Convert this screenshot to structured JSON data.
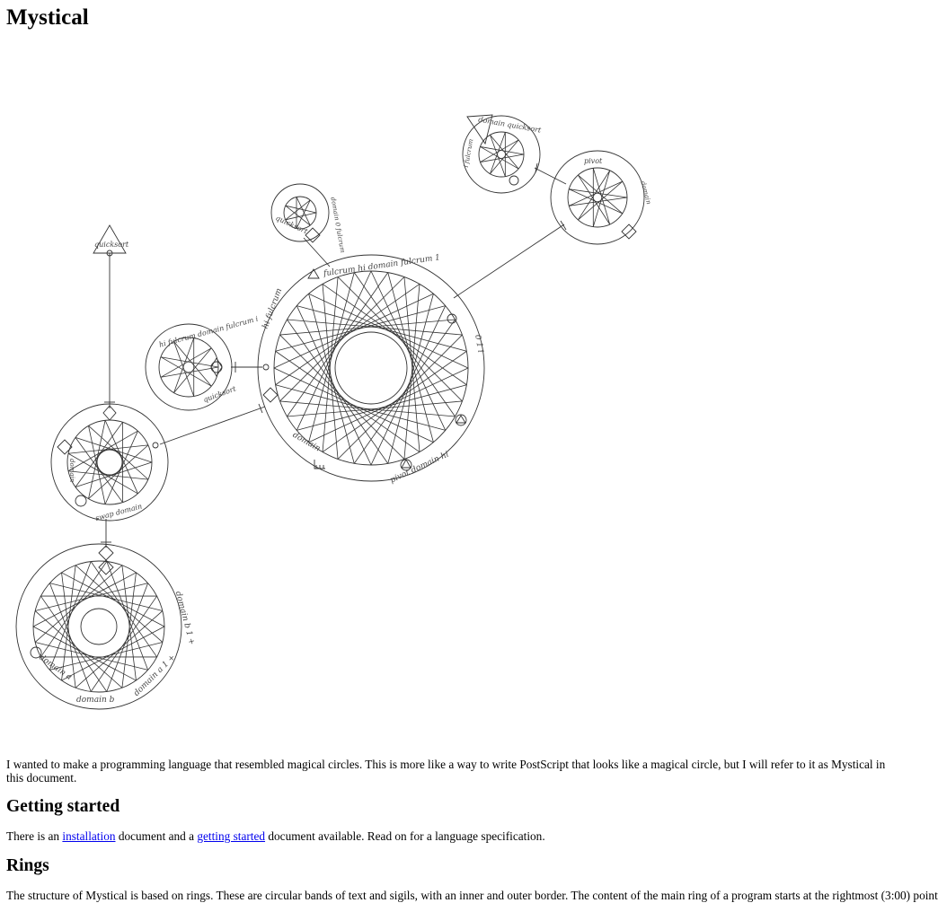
{
  "page": {
    "title": "Mystical"
  },
  "figure": {
    "labels": {
      "top_triangle": "quicksort",
      "right_small_ring": "pivot",
      "right_small_ring_b": "domain",
      "top_right_ring_a": "domain quicksort",
      "top_right_ring_b": "i fulcrum",
      "upper_small_ring_a": "quicksort",
      "upper_small_ring_b": "domain 0 fulcrum",
      "main_ring_top": "fulcrum hi domain fulcrum 1",
      "main_ring_right": "0 1 i",
      "main_ring_bottom_a": "pivot domain hi",
      "main_ring_bottom_b": "domain",
      "main_ring_left": "hi fulcrum",
      "left_small_ring_a": "quicksort",
      "left_small_ring_b": "hi fulcrum domain fulcrum i",
      "swap_ring": "swap domain",
      "swap_ring_b": "domain",
      "bottom_ring_a": "domain a",
      "bottom_ring_b": "domain b",
      "bottom_ring_c": "domain a 1 +",
      "bottom_ring_d": "domain b 1 +"
    }
  },
  "intro": {
    "text": "I wanted to make a programming language that resembled magical circles. This is more like a way to write PostScript that looks like a magical circle, but I will refer to it as Mystical in this document."
  },
  "getting_started": {
    "heading": "Getting started",
    "text_before": "There is an ",
    "link_installation": "installation",
    "text_middle": " document and a ",
    "link_getting_started": "getting started",
    "text_after": " document available. Read on for a language specification."
  },
  "rings": {
    "heading": "Rings",
    "text": "The structure of Mystical is based on rings. These are circular bands of text and sigils, with an inner and outer border. The content of the main ring of a program starts at the rightmost (3:00) point"
  }
}
